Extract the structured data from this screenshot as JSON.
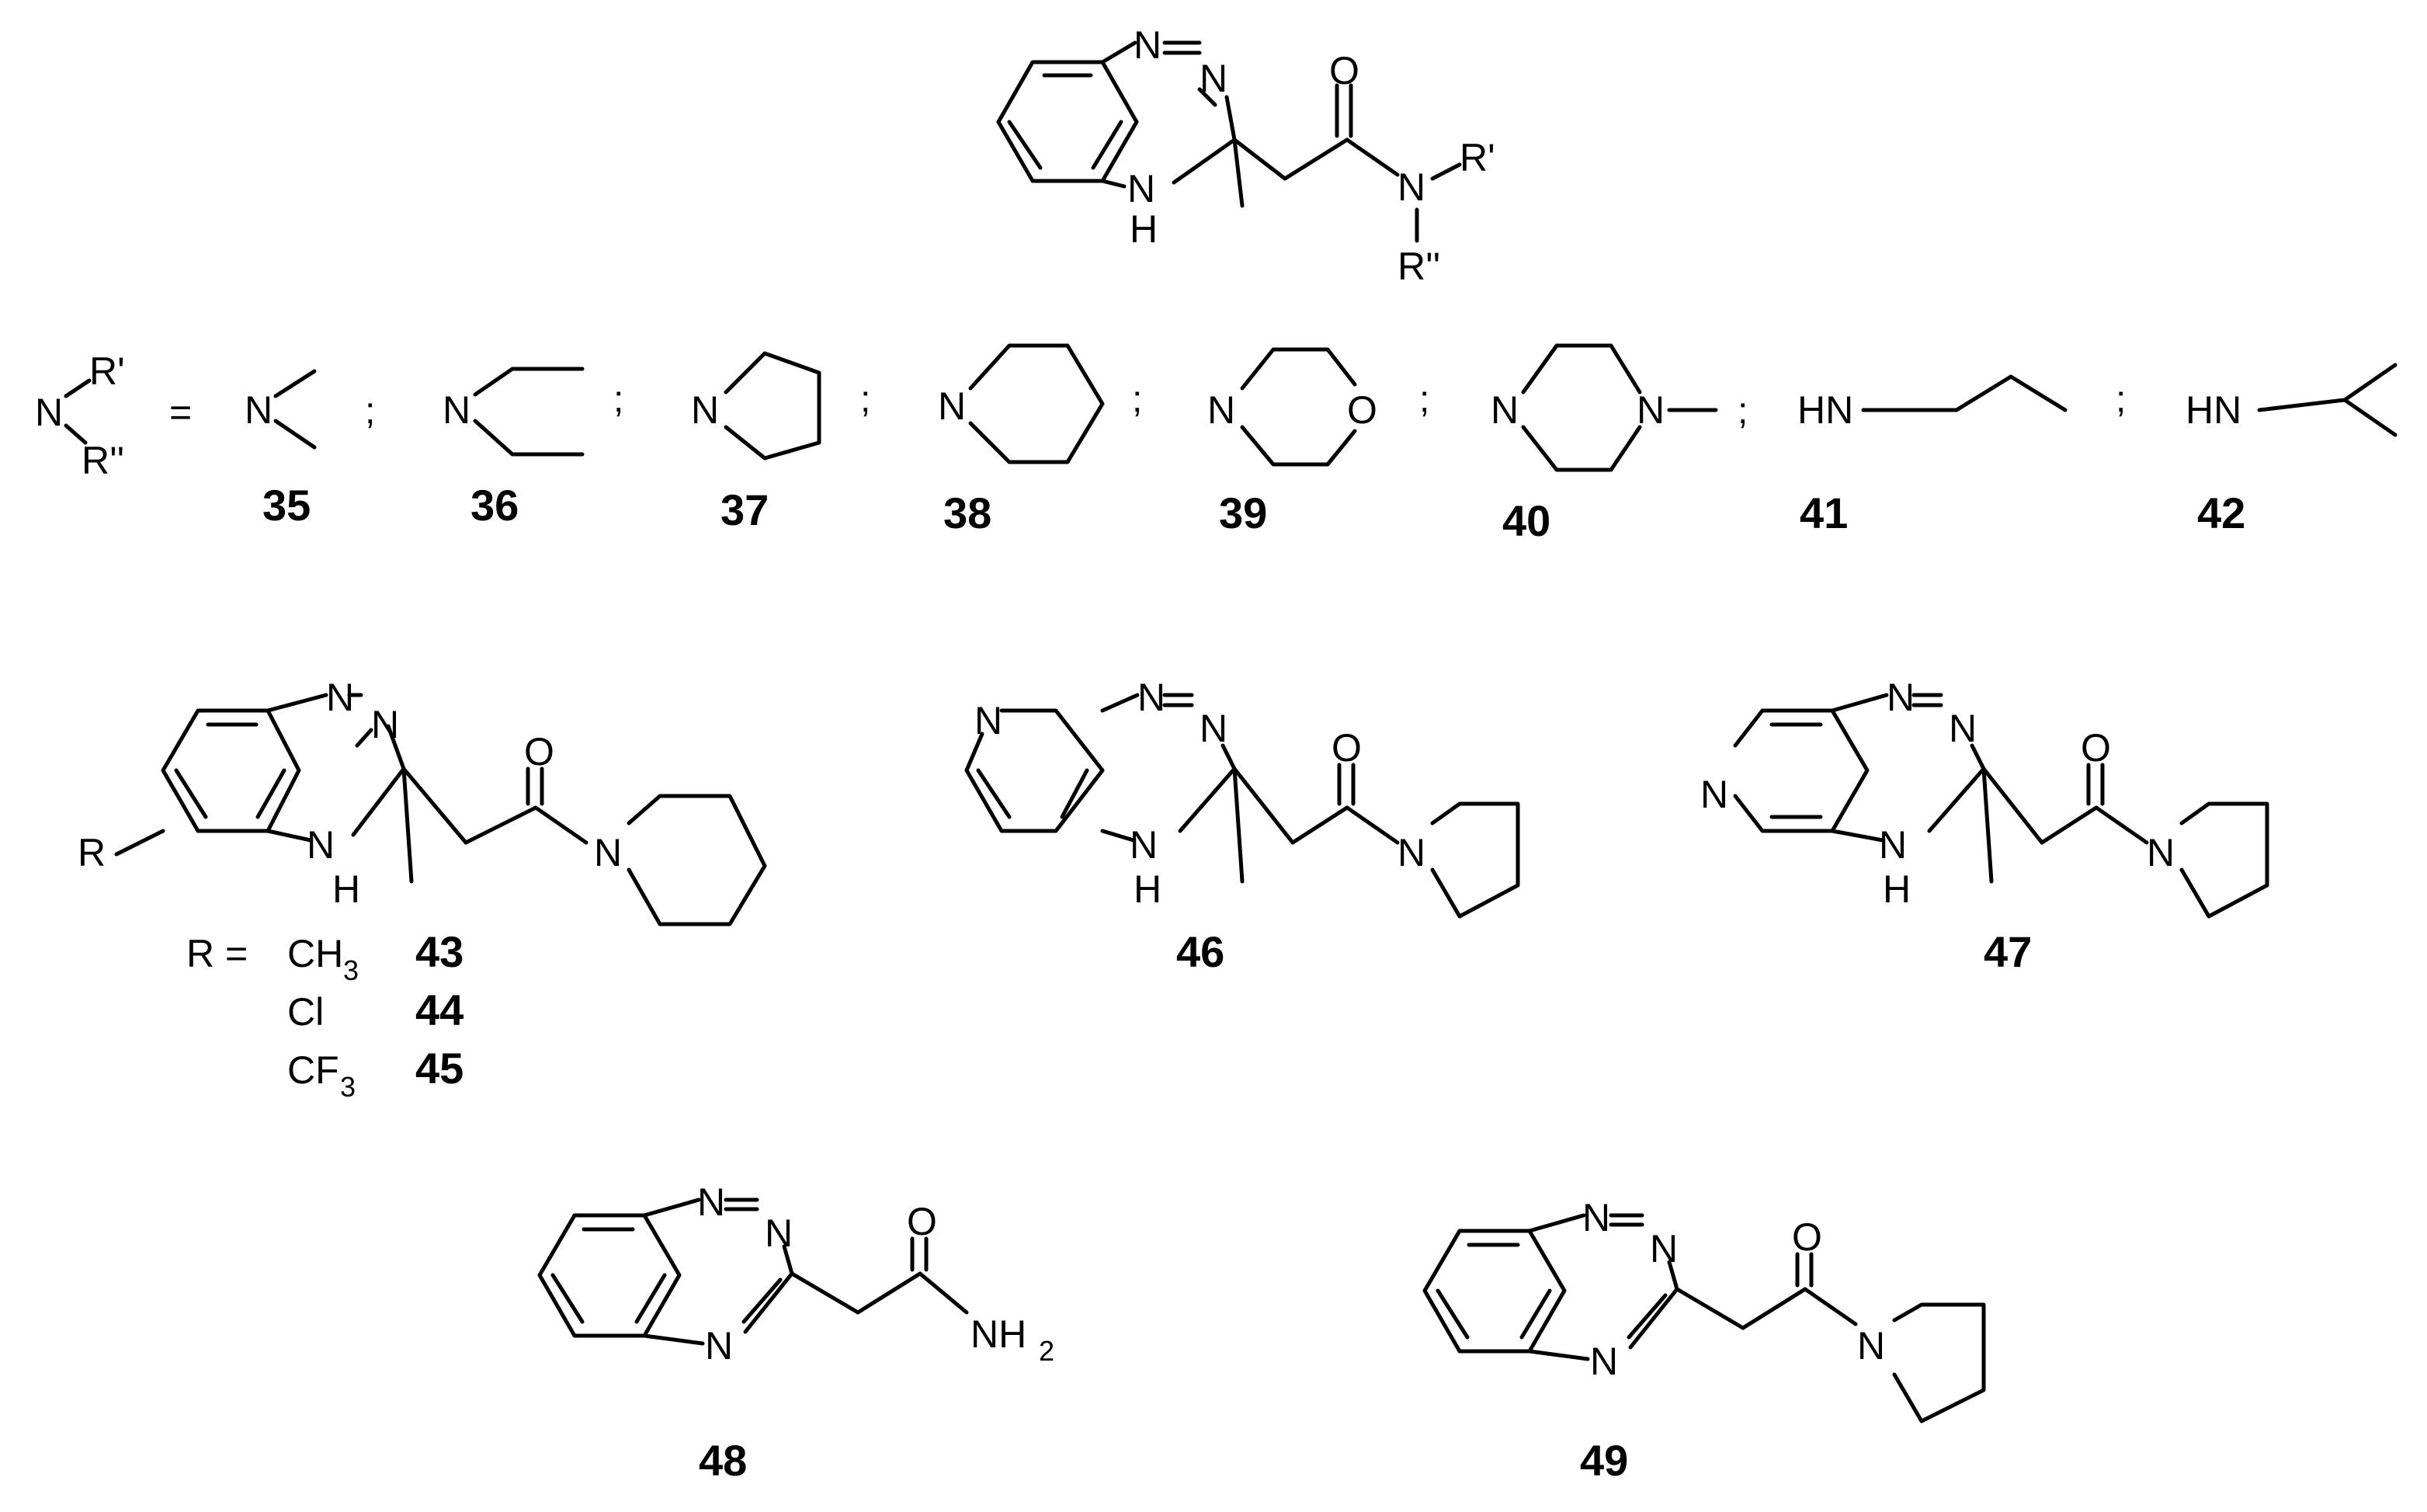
{
  "atoms": {
    "N": "N",
    "H": "H",
    "O": "O",
    "HN": "HN",
    "R": "R",
    "R1": "R'",
    "R2": "R''",
    "NH": "NH",
    "Cl": "Cl",
    "CH": "CH",
    "CF": "CF",
    "sub3": "3",
    "sub2": "2"
  },
  "symbols": {
    "equals": "=",
    "separator": ";",
    "r_equals": "R ="
  },
  "compounds": {
    "c35": "35",
    "c36": "36",
    "c37": "37",
    "c38": "38",
    "c39": "39",
    "c40": "40",
    "c41": "41",
    "c42": "42",
    "c43": "43",
    "c44": "44",
    "c45": "45",
    "c46": "46",
    "c47": "47",
    "c48": "48",
    "c49": "49"
  },
  "structures": [
    "general-scaffold",
    "nrr-definition",
    "amine-35-dimethyl",
    "amine-36-diethyl",
    "amine-37-pyrrolidine",
    "amine-38-piperidine",
    "amine-39-morpholine",
    "amine-40-methylpiperazine",
    "amine-41-propylamine",
    "amine-42-isopropylamine",
    "compound-43-45",
    "compound-46",
    "compound-47",
    "compound-48",
    "compound-49"
  ]
}
